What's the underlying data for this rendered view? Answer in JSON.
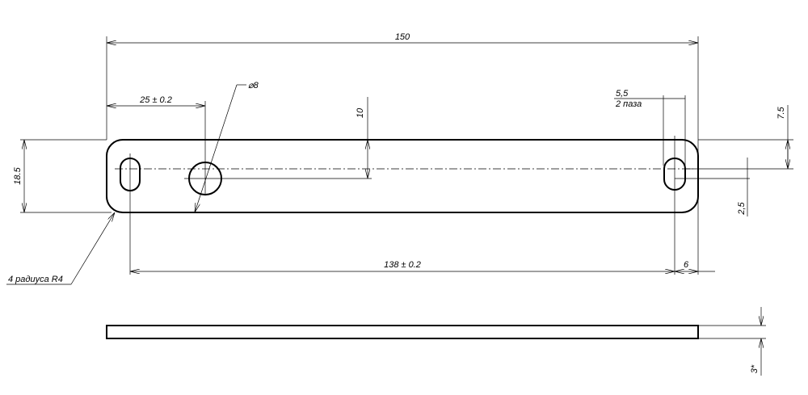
{
  "drawing": {
    "dimensions": {
      "overall_length": "150",
      "hole_offset": "25 ± 0.2",
      "hole_diameter": "⌀8",
      "offset_10": "10",
      "slot_width": "5,5",
      "slot_count": "2 паза",
      "height_7_5": "7.5",
      "height_18_5": "18.5",
      "slot_spacing": "138 ± 0.2",
      "edge_6": "6",
      "slot_2_5": "2,5",
      "thickness": "3*"
    },
    "notes": {
      "radius_note": "4 радиуса R4"
    }
  }
}
